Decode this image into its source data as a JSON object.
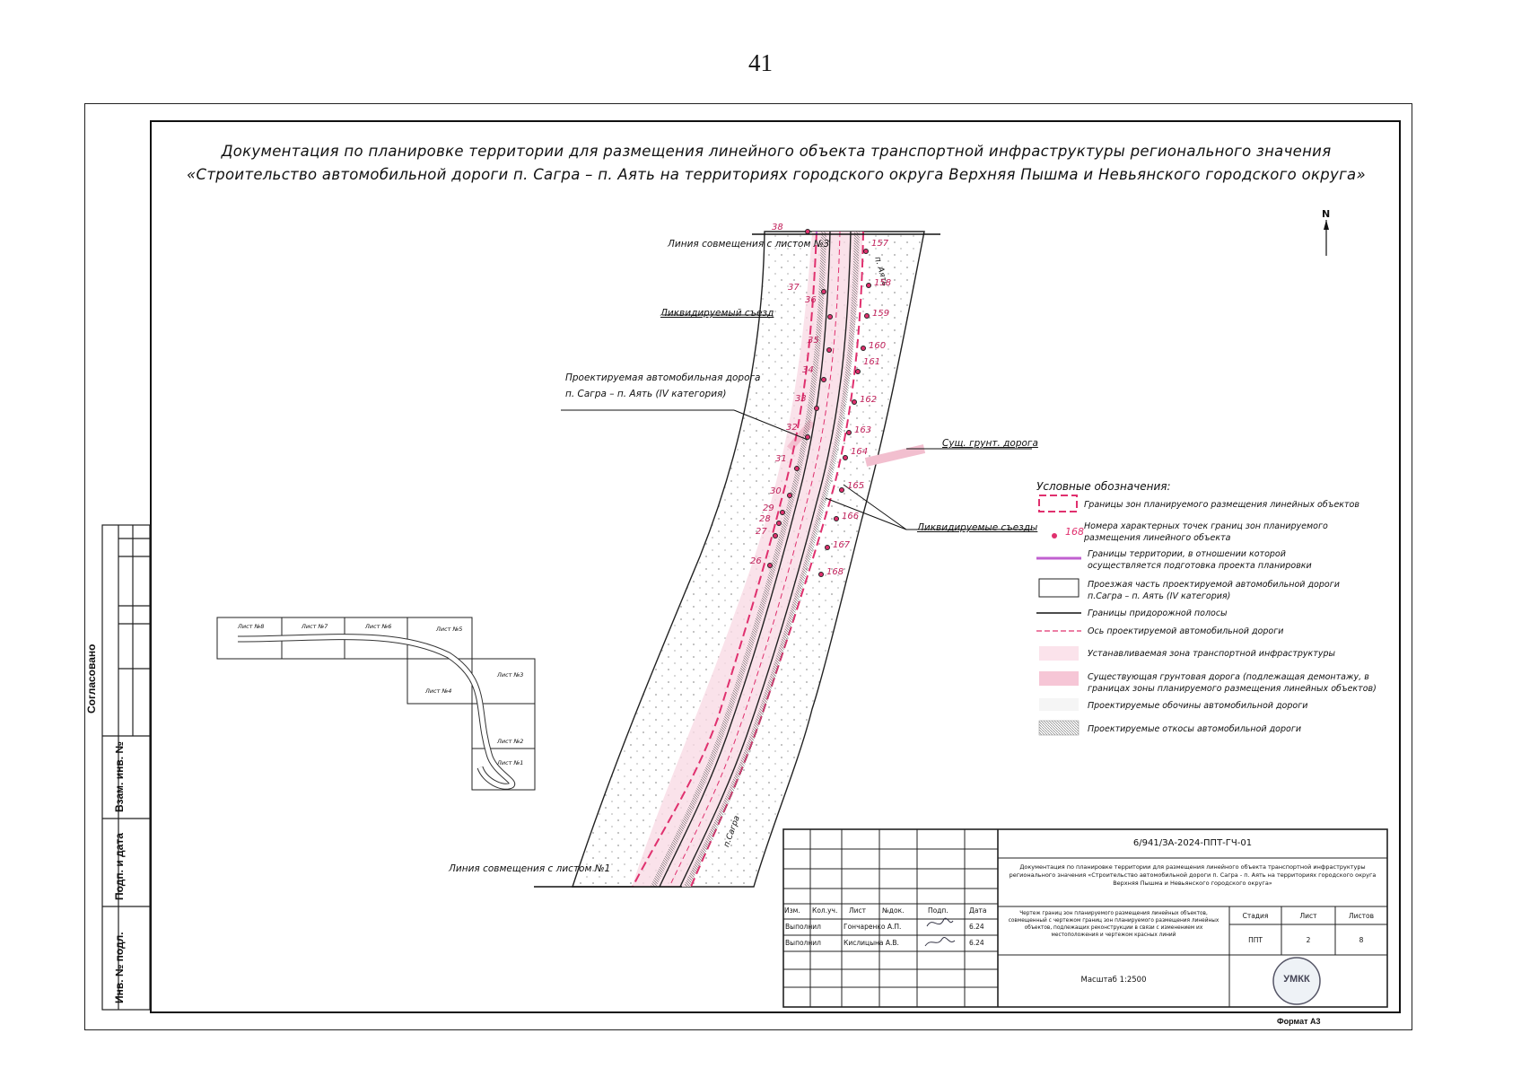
{
  "page_number": "41",
  "title": {
    "line1": "Документация по планировке территории для размещения линейного объекта транспортной инфраструктуры регионального значения",
    "line2": "«Строительство автомобильной дороги п. Сагра – п. Аять на территориях городского округа Верхняя Пышма и Невьянского городского округа»"
  },
  "north": "N",
  "map_labels": {
    "junction_top": "Линия совмещения с листом №3",
    "junction_bottom": "Линия совмещения с листом №1",
    "removed_exit": "Ликвидируемый съезд",
    "road_line1": "Проектируемая автомобильная дорога",
    "road_line2": "п. Сагра – п. Аять (IV категория)",
    "existing_road": "Сущ. грунт. дорога",
    "removed_exits": "Ликвидируемые съезды",
    "dir_top": "п. Аять",
    "dir_bottom": "п.Сагра"
  },
  "left_points": [
    "38",
    "37",
    "36",
    "35",
    "34",
    "33",
    "32",
    "31",
    "30",
    "29",
    "28",
    "27",
    "26"
  ],
  "right_points": [
    "157",
    "158",
    "159",
    "160",
    "161",
    "162",
    "163",
    "164",
    "165",
    "166",
    "167",
    "168"
  ],
  "legend": {
    "title": "Условные обозначения:",
    "items": [
      "Границы зон планируемого размещения линейных объектов",
      "Номера характерных точек границ зон планируемого размещения линейного объекта",
      "Границы территории, в отношении которой осуществляется подготовка проекта планировки",
      "Проезжая часть проектируемой автомобильной дороги п.Сагра – п. Аять (IV категория)",
      "Границы придорожной полосы",
      "Ось проектируемой автомобильной дороги",
      "Устанавливаемая зона транспортной инфраструктуры",
      "Существующая грунтовая дорога (подлежащая демонтажу, в границах зоны планируемого размещения линейных объектов)",
      "Проектируемые обочины автомобильной дороги",
      "Проектируемые откосы автомобильной дороги"
    ],
    "sample_number": "168"
  },
  "key_map": {
    "sheets": [
      "Лист №8",
      "Лист №7",
      "Лист №6",
      "Лист №5",
      "Лист №3",
      "Лист №4",
      "Лист №2",
      "Лист №1"
    ]
  },
  "side_stamp": {
    "agreed": "Согласовано",
    "inv_replace": "Взам. инв. №",
    "sign_date": "Подп. и дата",
    "inv_orig": "Инв. № подл."
  },
  "title_block": {
    "code": "6/941/ЗА-2024-ППТ-ГЧ-01",
    "description": "Документация по планировке территории для размещения линейного объекта транспортной инфраструктуры регионального значения «Строительство автомобильной дороги п. Сагра - п. Аять на территориях городского округа Верхняя Пышма и Невьянского городского округа»",
    "drawing_name": "Чертеж границ зон планируемого размещения линейных объектов, совмещенный с чертежом границ зон планируемого размещения линейных объектов, подлежащих реконструкции в связи с изменением их местоположения и чертежом красных линий",
    "scale": "Масштаб 1:2500",
    "headers": [
      "Изм.",
      "Кол.уч.",
      "Лист",
      "№док.",
      "Подп.",
      "Дата"
    ],
    "rows": [
      {
        "role": "Выполнил",
        "name": "Гончаренко А.П.",
        "date": "6.24"
      },
      {
        "role": "Выполнил",
        "name": "Кислицына А.В.",
        "date": "6.24"
      }
    ],
    "stage_headers": [
      "Стадия",
      "Лист",
      "Листов"
    ],
    "stage_values": [
      "ППТ",
      "2",
      "8"
    ],
    "logo": "УМКК"
  },
  "format": "Формат А3",
  "colors": {
    "magenta": "#e0306e",
    "pink": "#f6c6d6",
    "purple": "#c060d0"
  }
}
